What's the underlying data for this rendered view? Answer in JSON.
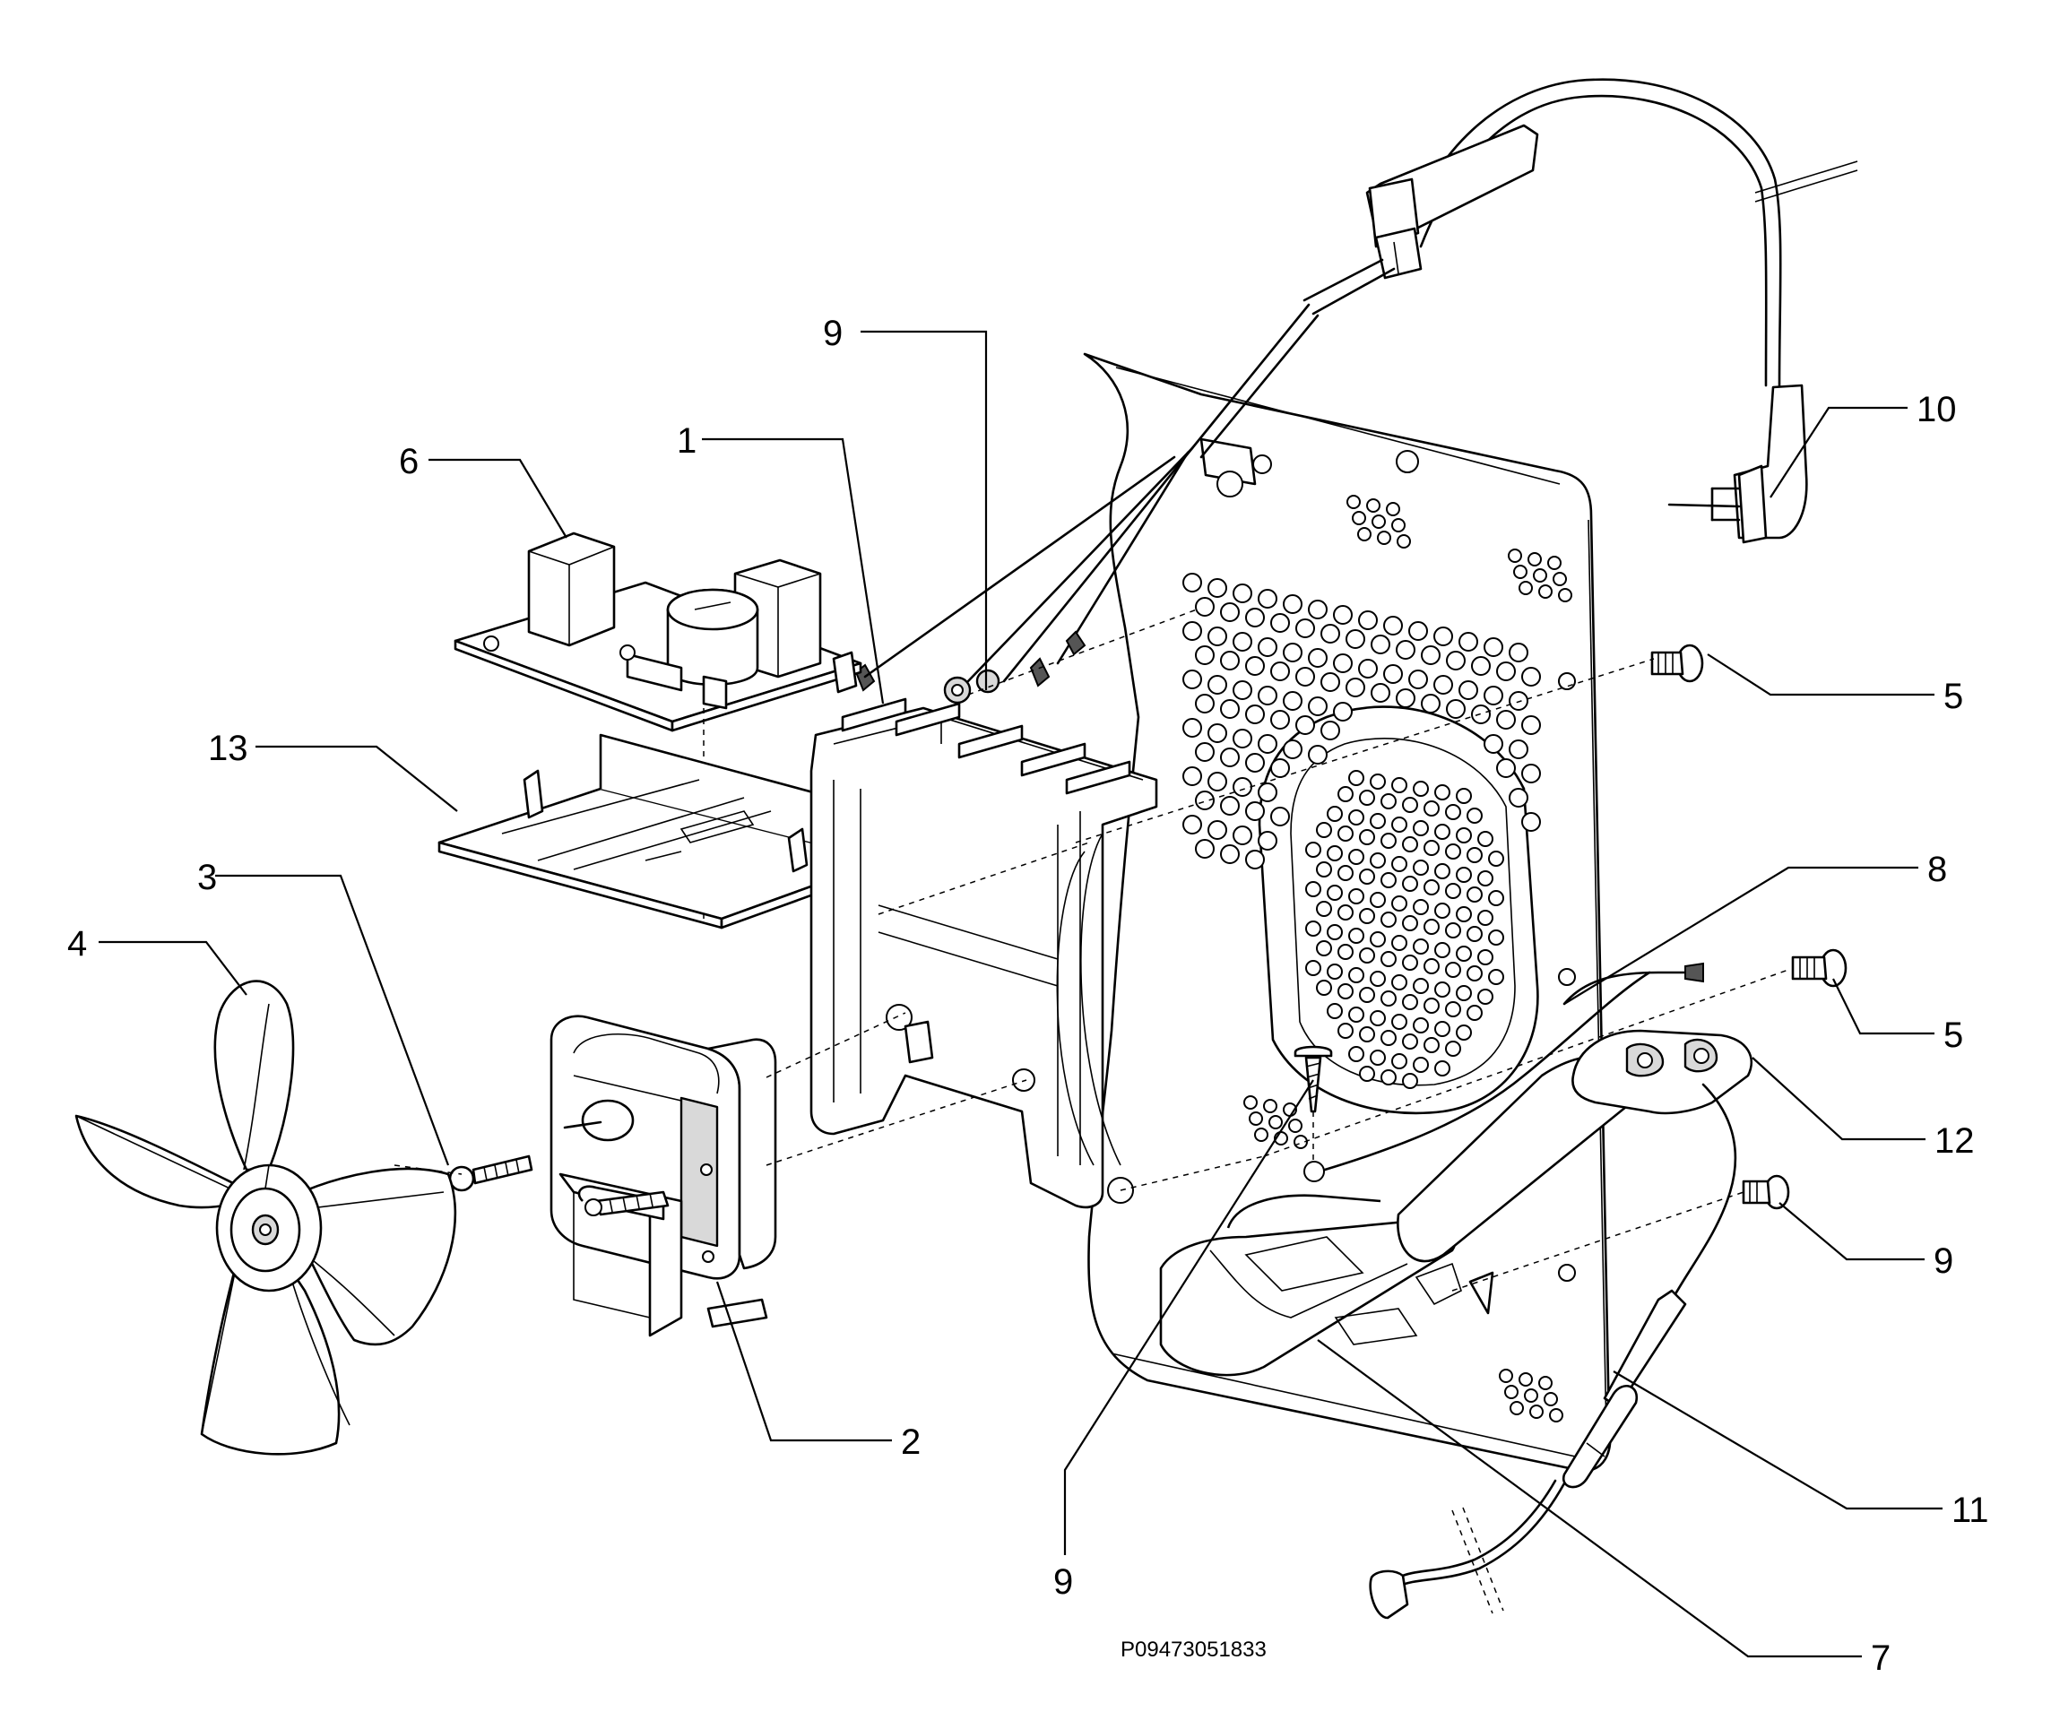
{
  "drawing_code": "P09473051833",
  "callouts": [
    {
      "id": "1",
      "text": "1"
    },
    {
      "id": "2",
      "text": "2"
    },
    {
      "id": "3",
      "text": "3"
    },
    {
      "id": "4",
      "text": "4"
    },
    {
      "id": "5a",
      "text": "5"
    },
    {
      "id": "5b",
      "text": "5"
    },
    {
      "id": "6",
      "text": "6"
    },
    {
      "id": "7",
      "text": "7"
    },
    {
      "id": "8",
      "text": "8"
    },
    {
      "id": "9a",
      "text": "9"
    },
    {
      "id": "9b",
      "text": "9"
    },
    {
      "id": "9c",
      "text": "9"
    },
    {
      "id": "10",
      "text": "10"
    },
    {
      "id": "11",
      "text": "11"
    },
    {
      "id": "12",
      "text": "12"
    },
    {
      "id": "13",
      "text": "13"
    }
  ]
}
